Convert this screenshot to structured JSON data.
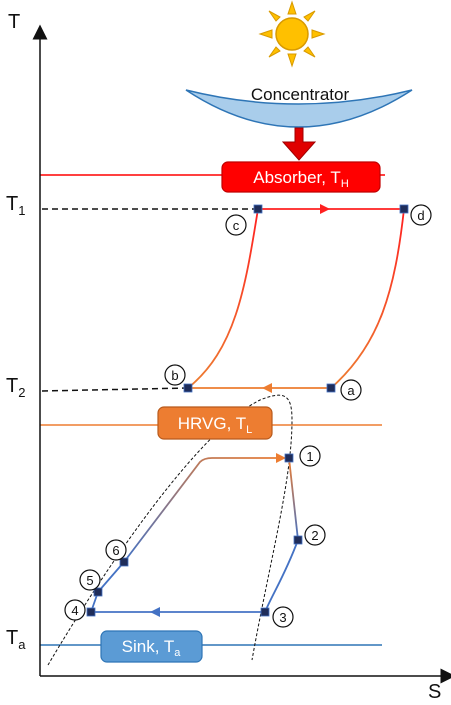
{
  "axes": {
    "y_label": "T",
    "x_label": "S",
    "ticks": [
      {
        "main": "T",
        "sub": "1"
      },
      {
        "main": "T",
        "sub": "2"
      },
      {
        "main": "T",
        "sub": "a"
      }
    ]
  },
  "concentrator": {
    "label": "Concentrator"
  },
  "boxes": {
    "absorber": {
      "main": "Absorber, T",
      "sub": "H",
      "color": "#ff0000"
    },
    "hrvg": {
      "main": "HRVG, T",
      "sub": "L",
      "color": "#ed7d31"
    },
    "sink": {
      "main": "Sink, T",
      "sub": "a",
      "color": "#5b9bd5"
    }
  },
  "state_labels": {
    "a": "a",
    "b": "b",
    "c": "c",
    "d": "d",
    "s1": "1",
    "s2": "2",
    "s3": "3",
    "s4": "4",
    "s5": "5",
    "s6": "6"
  },
  "colors": {
    "top_cycle": "#ff2020",
    "bottom_cycle": "#4472c4",
    "absorber_line": "#ff0000",
    "hrvg_line": "#ed7d31",
    "sink_line": "#2e75b6",
    "sun": "#ffc000",
    "concentrator": "#a9cdeb",
    "arrow": "#e00000"
  }
}
